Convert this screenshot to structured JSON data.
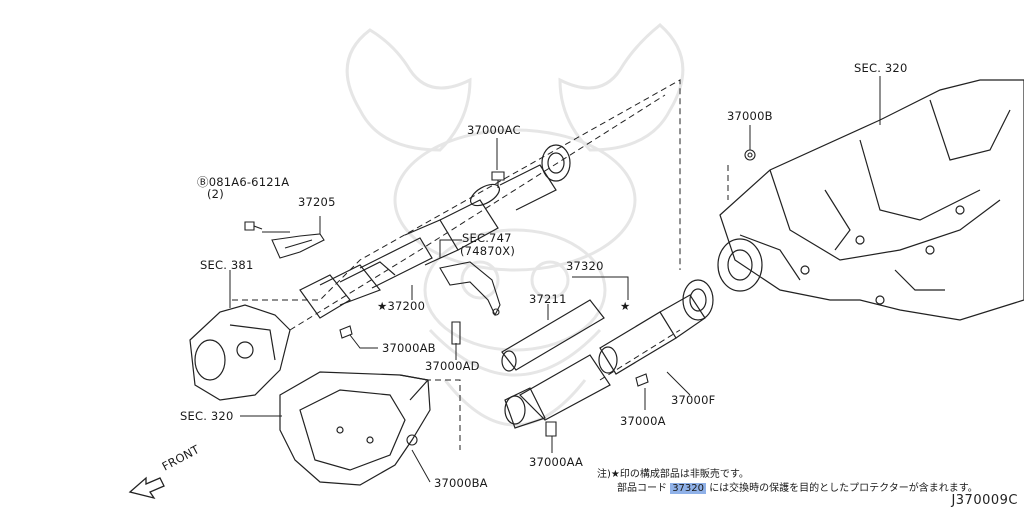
{
  "labels": {
    "sec320_top": "SEC. 320",
    "p37000b": "37000B",
    "p37000ac": "37000AC",
    "bolt_spec": "Ⓑ081A6-6121A",
    "bolt_qty": "(2)",
    "p37205": "37205",
    "sec747": "SEC.747",
    "sec747_sub": "(74870X)",
    "p37320": "37320",
    "sec381": "SEC. 381",
    "p37211": "37211",
    "p37200": "★37200",
    "p37000ab": "37000AB",
    "p37000ad": "37000AD",
    "p37000f": "37000F",
    "sec320_bottom": "SEC. 320",
    "p37000a": "37000A",
    "p37000aa": "37000AA",
    "p37000ba": "37000BA",
    "front": "FRONT",
    "star_mark": "★"
  },
  "notes": {
    "line1": "注)★印の構成部品は非販売です。",
    "line2_pre": "部品コード",
    "line2_code": "37320",
    "line2_post": "には交換時の保護を目的としたプロテクターが含まれます。"
  },
  "diagram_code": "J370009C",
  "colors": {
    "ink": "#1a1a1a",
    "highlight": "#8fb1e8",
    "watermark": "#e6e6e6"
  }
}
